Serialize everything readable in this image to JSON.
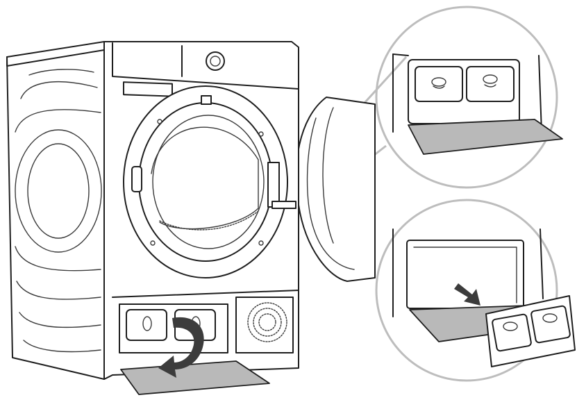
{
  "figure": {
    "kind": "instruction-illustration",
    "subject": "tumble-dryer",
    "colors": {
      "line": "#1e1e1e",
      "flap_fill": "#b9b9b9",
      "callout_outline": "#bdbdbd",
      "arrow": "#3c3c3c"
    },
    "callouts": [
      {
        "id": "top",
        "state": "flap-open-filter-in-place"
      },
      {
        "id": "bottom",
        "state": "filter-pulled-out"
      }
    ],
    "arrows": [
      {
        "id": "curved",
        "icon": "curved-arrow-icon",
        "meaning": "fold-flap-down"
      },
      {
        "id": "straight",
        "icon": "straight-arrow-icon",
        "meaning": "pull-filter-out"
      }
    ]
  }
}
